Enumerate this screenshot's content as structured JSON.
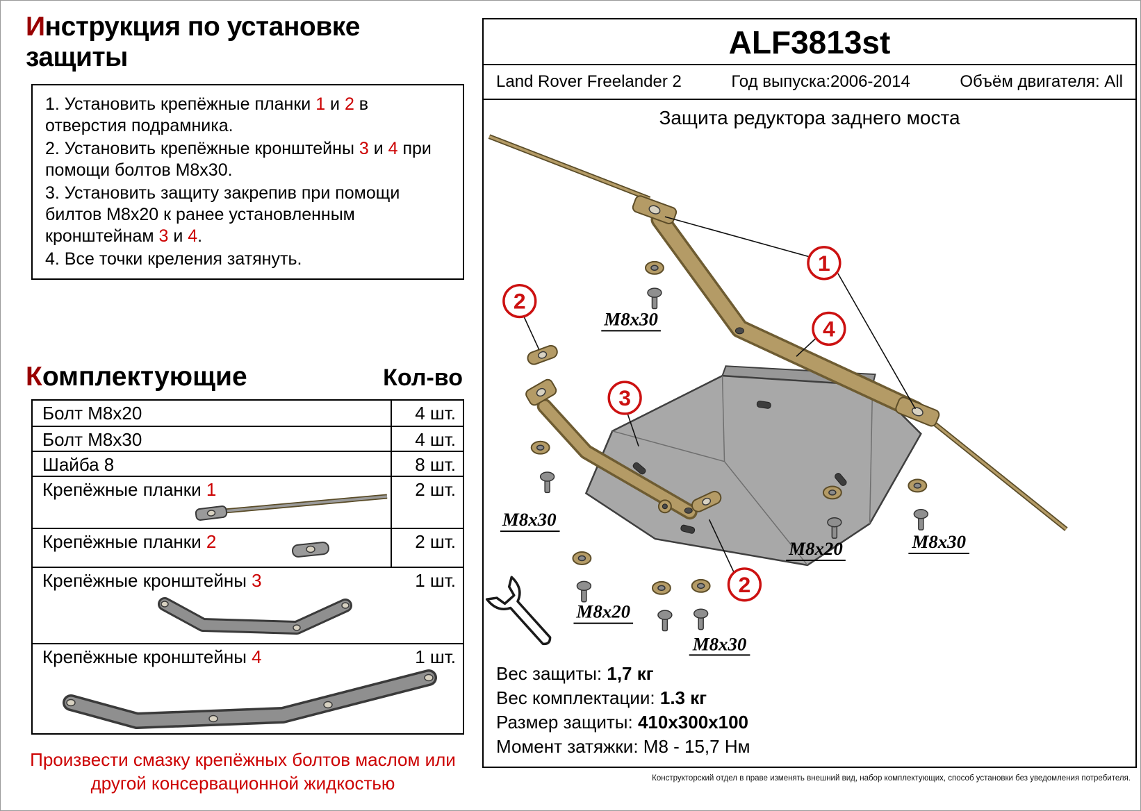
{
  "left": {
    "title": [
      {
        "t": "И",
        "red": true
      },
      {
        "t": "нструкция по установке защиты"
      }
    ],
    "instructions": [
      [
        {
          "t": "1.  Установить крепёжные планки "
        },
        {
          "t": "1",
          "red": true
        },
        {
          "t": " и "
        },
        {
          "t": "2",
          "red": true
        },
        {
          "t": " в отверстия подрамника."
        }
      ],
      [
        {
          "t": "2.  Установить крепёжные кронштейны "
        },
        {
          "t": "3",
          "red": true
        },
        {
          "t": " и "
        },
        {
          "t": "4",
          "red": true
        },
        {
          "t": " при помощи болтов М8х30."
        }
      ],
      [
        {
          "t": "3.  Установить защиту закрепив при помощи билтов М8х20 к ранее установленным кронштейнам "
        },
        {
          "t": "3",
          "red": true
        },
        {
          "t": " и "
        },
        {
          "t": "4",
          "red": true
        },
        {
          "t": "."
        }
      ],
      [
        {
          "t": "4.  Все точки креления затянуть."
        }
      ]
    ],
    "components": {
      "title": [
        {
          "t": "К",
          "red": true
        },
        {
          "t": "омплектующие"
        }
      ],
      "qty_header": "Кол-во",
      "rows": [
        {
          "label": [
            {
              "t": "Болт М8х20"
            }
          ],
          "qty": "4 шт."
        },
        {
          "label": [
            {
              "t": "Болт М8х30"
            }
          ],
          "qty": "4 шт."
        },
        {
          "label": [
            {
              "t": "Шайба 8"
            }
          ],
          "qty": "8 шт."
        },
        {
          "label": [
            {
              "t": "Крепёжные планки "
            },
            {
              "t": "1",
              "red": true
            }
          ],
          "qty": "2 шт."
        },
        {
          "label": [
            {
              "t": "Крепёжные планки "
            },
            {
              "t": "2",
              "red": true
            }
          ],
          "qty": "2 шт."
        },
        {
          "label": [
            {
              "t": "Крепёжные кронштейны "
            },
            {
              "t": "3",
              "red": true
            }
          ],
          "qty": "1 шт."
        },
        {
          "label": [
            {
              "t": "Крепёжные кронштейны "
            },
            {
              "t": "4",
              "red": true
            }
          ],
          "qty": "1 шт."
        }
      ]
    },
    "footer_note": "Произвести смазку крепёжных болтов маслом или другой консервационной жидкостью"
  },
  "right": {
    "part_code": "ALF3813st",
    "vehicle": "Land Rover Freelander 2",
    "year": "Год выпуска:2006-2014",
    "engine": "Объём двигателя: All",
    "diagram_title": "Защита редуктора заднего моста",
    "diagram": {
      "labels": {
        "top": "M8x30",
        "left": "M8x30",
        "left_bottom": "M8x20",
        "bottom": "M8x30",
        "right_mid": "M8x20",
        "right": "M8x30"
      },
      "callouts": {
        "one": "1",
        "two": "2",
        "three": "3",
        "four": "4",
        "two_b": "2"
      }
    },
    "specs": {
      "weight_label": "Вес защиты: ",
      "weight_value": "1,7 кг",
      "kit_weight_label": "Вес комплектации: ",
      "kit_weight_value": "1.3 кг",
      "size_label": "Размер защиты: ",
      "size_value": "410x300x100",
      "torque_label": "Момент затяжки:  ",
      "torque_value": "М8 - 15,7 Нм"
    },
    "disclaimer": "Конструкторский отдел в праве изменять внешний вид, набор комплектующих, способ установки без уведомления потребителя."
  },
  "colors": {
    "accent_red": "#cc0000",
    "bracket_tan": "#b49b66",
    "plate_gray": "#a8a8a8"
  }
}
